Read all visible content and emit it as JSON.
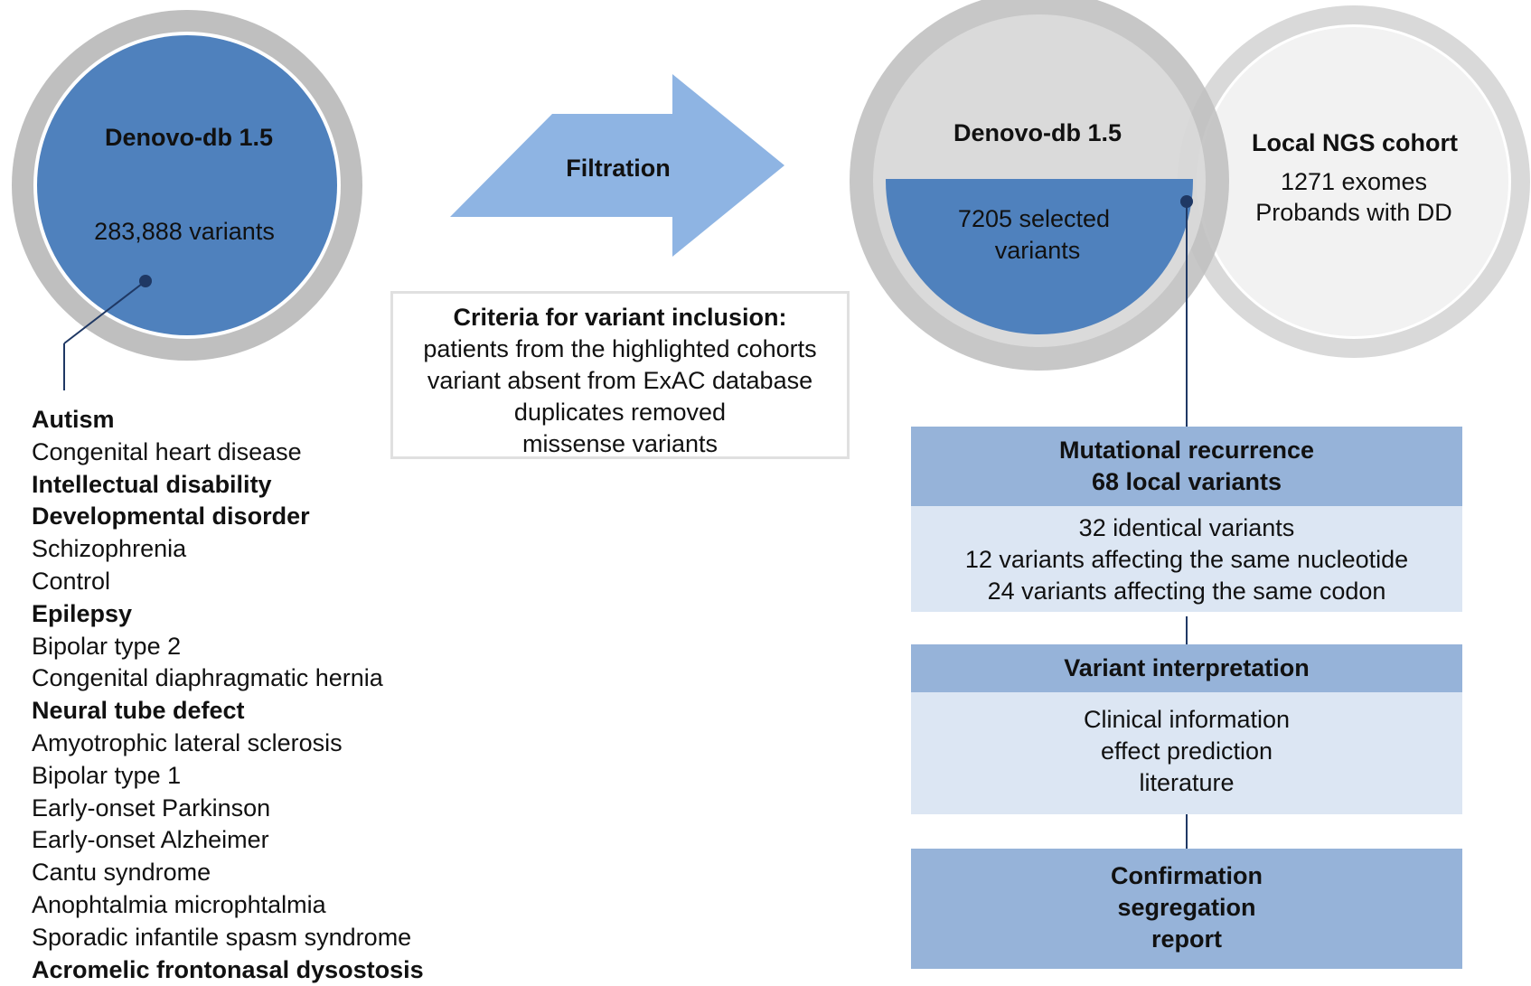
{
  "source_db": {
    "title": "Denovo-db 1.5",
    "count": "283,888 variants",
    "cohorts": [
      {
        "label": "Autism",
        "highlighted": true
      },
      {
        "label": "Congenital heart disease",
        "highlighted": false
      },
      {
        "label": "Intellectual disability",
        "highlighted": true
      },
      {
        "label": "Developmental disorder",
        "highlighted": true
      },
      {
        "label": "Schizophrenia",
        "highlighted": false
      },
      {
        "label": "Control",
        "highlighted": false
      },
      {
        "label": "Epilepsy",
        "highlighted": true
      },
      {
        "label": "Bipolar type 2",
        "highlighted": false
      },
      {
        "label": "Congenital diaphragmatic hernia",
        "highlighted": false
      },
      {
        "label": "Neural tube defect",
        "highlighted": true
      },
      {
        "label": "Amyotrophic lateral sclerosis",
        "highlighted": false
      },
      {
        "label": "Bipolar type 1",
        "highlighted": false
      },
      {
        "label": "Early-onset Parkinson",
        "highlighted": false
      },
      {
        "label": "Early-onset Alzheimer",
        "highlighted": false
      },
      {
        "label": "Cantu syndrome",
        "highlighted": false
      },
      {
        "label": "Anophtalmia microphtalmia",
        "highlighted": false
      },
      {
        "label": "Sporadic infantile spasm syndrome",
        "highlighted": false
      },
      {
        "label": "Acromelic frontonasal dysostosis",
        "highlighted": true
      }
    ]
  },
  "filtration": {
    "label": "Filtration",
    "criteria_title": "Criteria for variant inclusion:",
    "criteria": [
      "patients from the highlighted cohorts",
      "variant absent from ExAC database",
      "duplicates removed",
      "missense variants"
    ]
  },
  "filtered_db": {
    "title": "Denovo-db 1.5",
    "selected_line1": "7205 selected",
    "selected_line2": "variants"
  },
  "local_cohort": {
    "title": "Local NGS cohort",
    "line1": "1271 exomes",
    "line2": "Probands with DD"
  },
  "workflow": {
    "recurrence": {
      "head_line1": "Mutational recurrence",
      "head_line2": "68 local variants",
      "body": [
        "32 identical variants",
        "12 variants affecting the same nucleotide",
        "24 variants affecting the same codon"
      ]
    },
    "interpretation": {
      "head": "Variant interpretation",
      "body": [
        "Clinical information",
        "effect prediction",
        "literature"
      ]
    },
    "confirmation": {
      "lines": [
        "Confirmation",
        "segregation",
        "report"
      ]
    }
  },
  "colors": {
    "dark_blue": "#4f81bd",
    "light_blue_arrow": "#8eb4e3",
    "ring_grey": "#bfbfbf",
    "ring_light_grey": "#d9d9d9",
    "fill_light_grey": "#f2f2f2",
    "box_head": "#96b3d9",
    "box_body": "#dce6f3",
    "line_navy": "#1f3864"
  }
}
